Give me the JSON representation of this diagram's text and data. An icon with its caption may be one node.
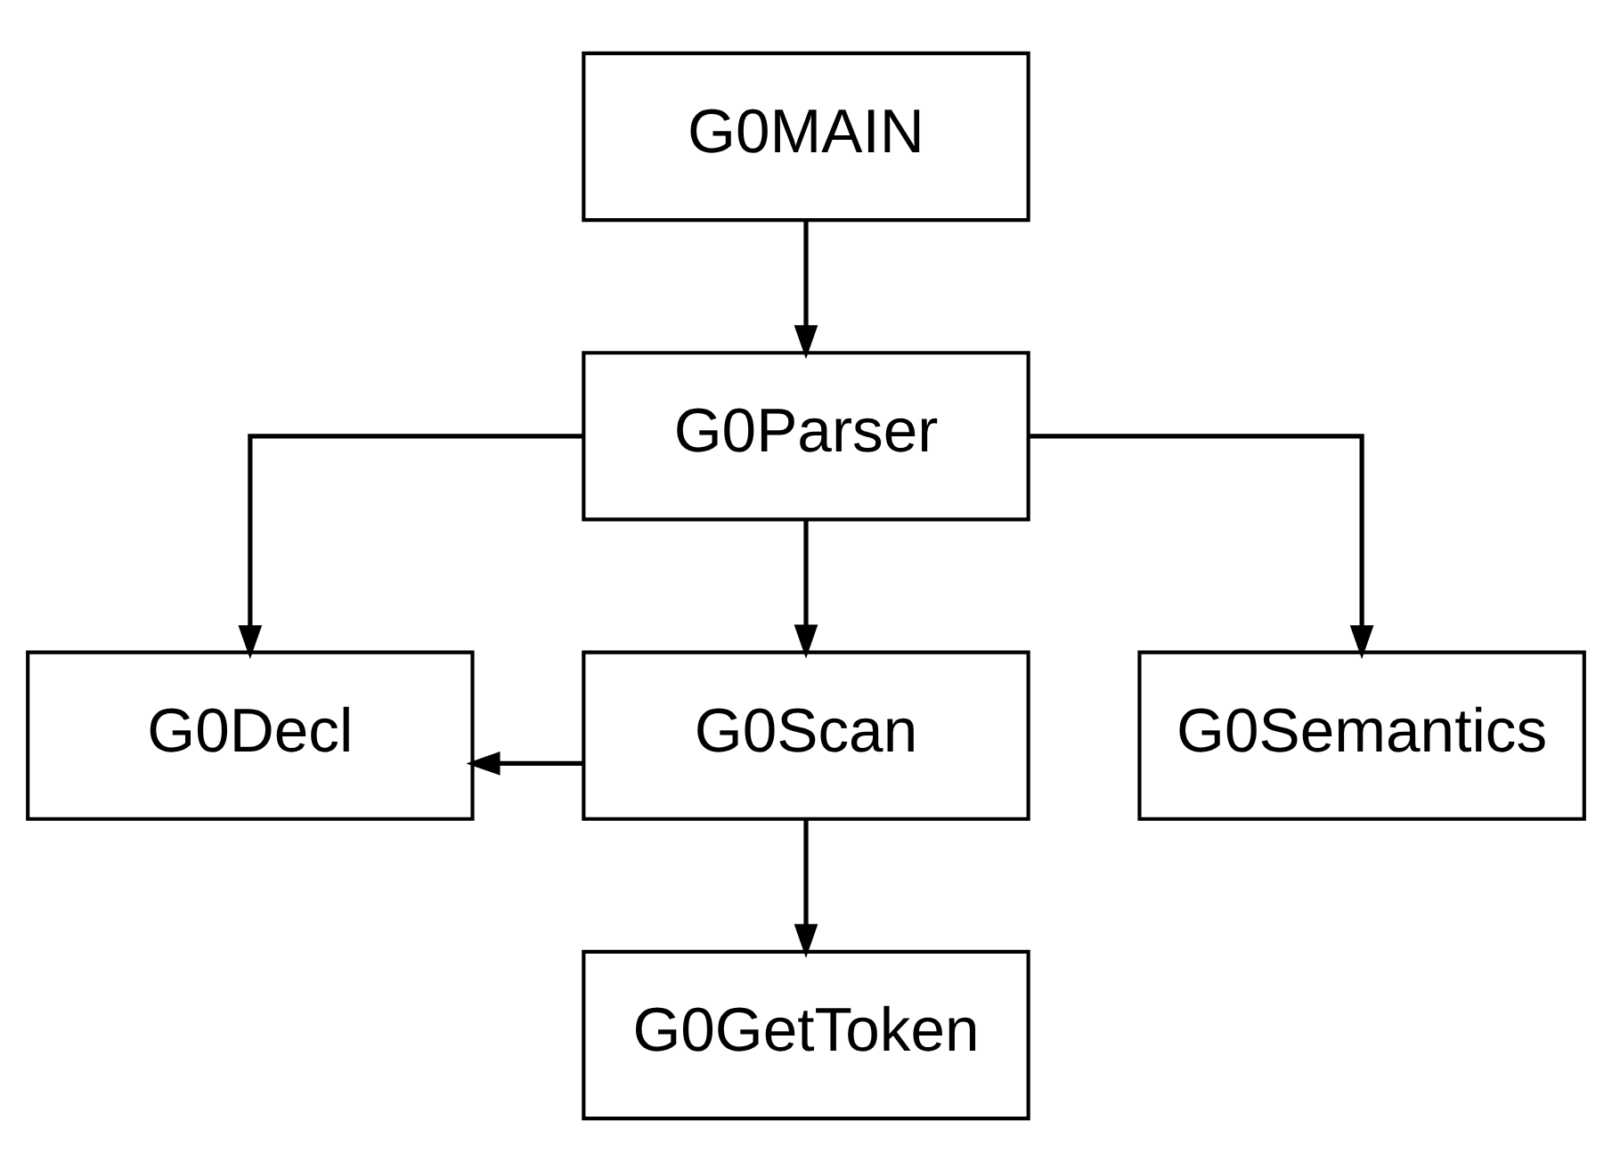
{
  "diagram": {
    "nodes": [
      {
        "text": [
          "G0MAIN"
        ]
      },
      {
        "text": [
          "G0Parser"
        ]
      },
      {
        "text": [
          "G0Decl"
        ]
      },
      {
        "text": [
          "G0Scan"
        ]
      },
      {
        "text": [
          "G0Semantics"
        ]
      },
      {
        "text": [
          "G0GetToken"
        ]
      }
    ],
    "edges": [
      {
        "from": 0,
        "to": 1,
        "arrow": "to"
      },
      {
        "from": 1,
        "to": 2,
        "arrow": "to"
      },
      {
        "from": 1,
        "to": 3,
        "arrow": "to"
      },
      {
        "from": 1,
        "to": 4,
        "arrow": "to"
      },
      {
        "from": 3,
        "to": 2,
        "arrow": "to"
      },
      {
        "from": 3,
        "to": 5,
        "arrow": "to"
      }
    ]
  }
}
